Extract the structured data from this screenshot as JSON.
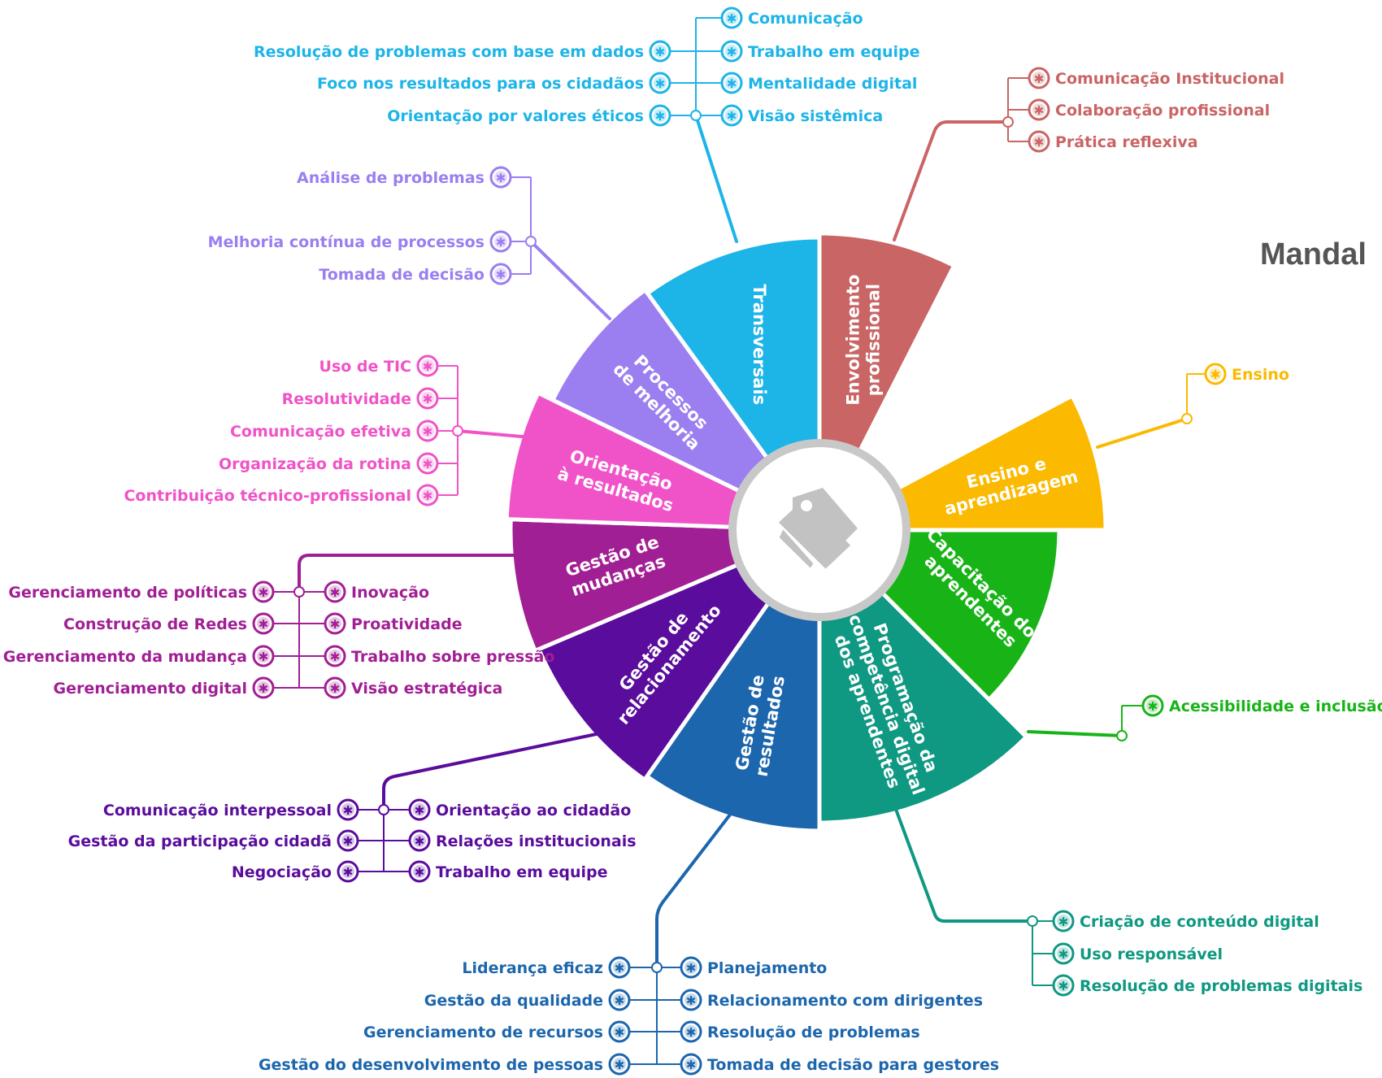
{
  "title": "Mandal",
  "center_icon": "tags-icon",
  "segments": [
    {
      "id": "transversais",
      "lines": [
        "Transversais"
      ],
      "color": "#1db4e8",
      "items_left": [
        "Resolução de problemas com base em dados",
        "Foco nos resultados para os cidadãos",
        "Orientação por valores éticos"
      ],
      "items_right": [
        "Comunicação",
        "Trabalho em equipe",
        "Mentalidade digital",
        "Visão sistêmica"
      ]
    },
    {
      "id": "envolvimento",
      "lines": [
        "Envolvimento",
        "profissional"
      ],
      "color": "#c96564",
      "items_left": [],
      "items_right": [
        "Comunicação Institucional",
        "Colaboração profissional",
        "Prática reflexiva"
      ]
    },
    {
      "id": "ensino",
      "lines": [
        "Ensino e",
        "aprendizagem"
      ],
      "color": "#fbb900",
      "items_left": [],
      "items_right": [
        "Ensino"
      ]
    },
    {
      "id": "capacitacao",
      "lines": [
        "Capacitação dos",
        "aprendentes"
      ],
      "color": "#18b417",
      "items_left": [],
      "items_right": [
        "Acessibilidade e inclusão"
      ]
    },
    {
      "id": "programacao",
      "lines": [
        "Programação da",
        "competência digital",
        "dos aprendentes"
      ],
      "color": "#0f9882",
      "items_left": [],
      "items_right": [
        "Criação de conteúdo digital",
        "Uso responsável",
        "Resolução de problemas digitais"
      ]
    },
    {
      "id": "resultados",
      "lines": [
        "Gestão de",
        "resultados"
      ],
      "color": "#1c66ad",
      "items_left": [
        "Liderança eficaz",
        "Gestão da qualidade",
        "Gerenciamento de recursos",
        "Gestão do desenvolvimento de pessoas"
      ],
      "items_right": [
        "Planejamento",
        "Relacionamento com dirigentes",
        "Resolução de problemas",
        "Tomada de decisão para gestores"
      ]
    },
    {
      "id": "relacionamento",
      "lines": [
        "Gestão de",
        "relacionamento"
      ],
      "color": "#5a0c9c",
      "items_left": [
        "Comunicação interpessoal",
        "Gestão da participação cidadã",
        "Negociação"
      ],
      "items_right": [
        "Orientação ao cidadão",
        "Relações institucionais",
        "Trabalho em equipe"
      ]
    },
    {
      "id": "mudancas",
      "lines": [
        "Gestão de",
        "mudanças"
      ],
      "color": "#a11f94",
      "items_left": [
        "Gerenciamento de políticas",
        "Construção de Redes",
        "Gerenciamento da mudança",
        "Gerenciamento digital"
      ],
      "items_right": [
        "Inovação",
        "Proatividade",
        "Trabalho sobre pressão",
        "Visão estratégica"
      ]
    },
    {
      "id": "orientacao",
      "lines": [
        "Orientação",
        "à resultados"
      ],
      "color": "#f053c8",
      "items_left": [
        "Uso de TIC",
        "Resolutividade",
        "Comunicação efetiva",
        "Organização da rotina",
        "Contribuição técnico-profissional"
      ],
      "items_right": []
    },
    {
      "id": "processos",
      "lines": [
        "Processos",
        "de melhoria"
      ],
      "color": "#9b7ef0",
      "items_left": [
        "Análise de problemas",
        "Melhoria contínua de processos",
        "Tomada de decisão"
      ],
      "items_right": []
    }
  ]
}
